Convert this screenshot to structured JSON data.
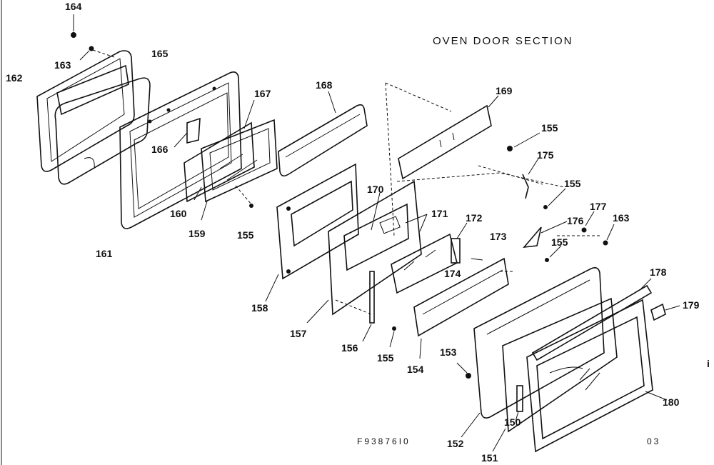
{
  "title": "OVEN DOOR SECTION",
  "drawing_number": "F93876I0",
  "sheet": "03",
  "side_mark": "i",
  "labels": {
    "l164": "164",
    "l165": "165",
    "l163a": "163",
    "l162": "162",
    "l167": "167",
    "l168": "168",
    "l169": "169",
    "l155a": "155",
    "l166": "166",
    "l175": "175",
    "l155b": "155",
    "l160": "160",
    "l159": "159",
    "l155c": "155",
    "l161": "161",
    "l170": "170",
    "l171": "171",
    "l172": "172",
    "l177": "177",
    "l163b": "163",
    "l176": "176",
    "l173": "173",
    "l155d": "155",
    "l174": "174",
    "l158": "158",
    "l178": "178",
    "l179": "179",
    "l157": "157",
    "l156": "156",
    "l155e": "155",
    "l154": "154",
    "l153": "153",
    "l180": "180",
    "l150": "150",
    "l152": "152",
    "l151": "151"
  }
}
